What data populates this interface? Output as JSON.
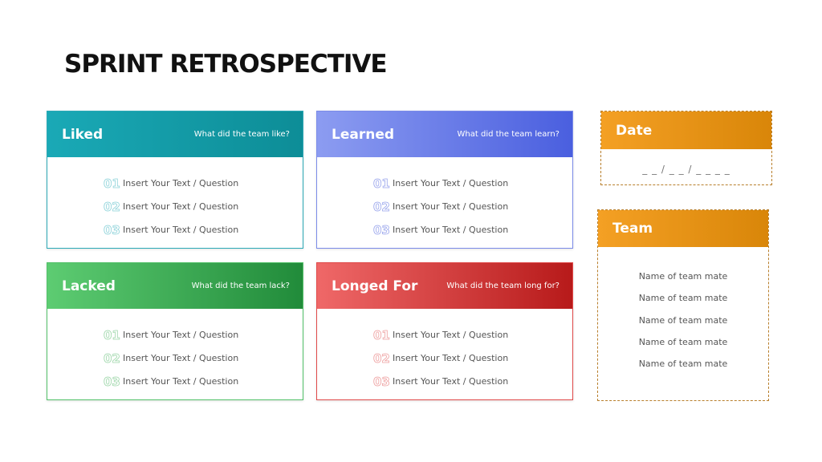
{
  "title": "SPRINT RETROSPECTIVE",
  "cards": [
    {
      "key": "liked",
      "title": "Liked",
      "question": "What did the team like?",
      "color": "#1aa9b6",
      "items": [
        {
          "num": "01",
          "text": "Insert Your Text / Question"
        },
        {
          "num": "02",
          "text": "Insert Your Text / Question"
        },
        {
          "num": "03",
          "text": "Insert Your Text / Question"
        }
      ]
    },
    {
      "key": "learned",
      "title": "Learned",
      "question": "What did the team learn?",
      "color": "#5a6de3",
      "items": [
        {
          "num": "01",
          "text": "Insert Your Text / Question"
        },
        {
          "num": "02",
          "text": "Insert Your Text / Question"
        },
        {
          "num": "03",
          "text": "Insert Your Text / Question"
        }
      ]
    },
    {
      "key": "lacked",
      "title": "Lacked",
      "question": "What did the team lack?",
      "color": "#3cb556",
      "items": [
        {
          "num": "01",
          "text": "Insert Your Text / Question"
        },
        {
          "num": "02",
          "text": "Insert Your Text / Question"
        },
        {
          "num": "03",
          "text": "Insert Your Text / Question"
        }
      ]
    },
    {
      "key": "longed",
      "title": "Longed For",
      "question": "What did the team long for?",
      "color": "#d73232",
      "items": [
        {
          "num": "01",
          "text": "Insert Your Text / Question"
        },
        {
          "num": "02",
          "text": "Insert Your Text / Question"
        },
        {
          "num": "03",
          "text": "Insert Your Text / Question"
        }
      ]
    }
  ],
  "date": {
    "title": "Date",
    "value": "_ _ / _ _ / _ _ _ _",
    "color": "#e8930f"
  },
  "team": {
    "title": "Team",
    "color": "#e8930f",
    "members": [
      "Name of team mate",
      "Name of team mate",
      "Name of team mate",
      "Name of team mate",
      "Name of team mate"
    ]
  }
}
